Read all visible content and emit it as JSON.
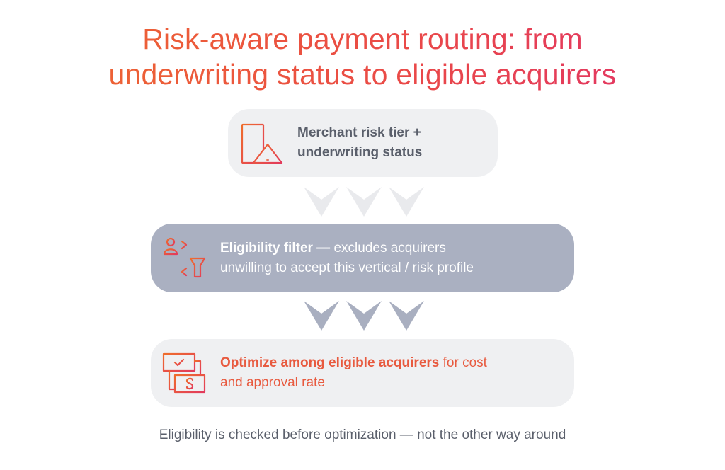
{
  "title": {
    "line1": "Risk-aware payment routing: from",
    "line2": "underwriting status to eligible acquirers"
  },
  "steps": [
    {
      "icon": "risk-document-icon",
      "line1": "Merchant risk tier +",
      "line2": "underwriting status"
    },
    {
      "icon": "filter-people-icon",
      "bold": "Eligibility filter —",
      "rest1": " excludes acquirers",
      "line2": "unwilling to accept this vertical / risk profile"
    },
    {
      "icon": "optimize-money-icon",
      "bold": "Optimize among eligible acquirers",
      "rest1": " for cost",
      "line2": "and approval rate"
    }
  ],
  "caption": "Eligibility is checked before optimization — not the other way around",
  "colors": {
    "accent_orange": "#ee6a2e",
    "accent_pink": "#e0306a",
    "box_light": "#eff0f2",
    "box_dark": "#aab0c1",
    "text_dark": "#5a5f6b",
    "chevron_light": "#e9eaed",
    "chevron_dark": "#a9afc0"
  }
}
